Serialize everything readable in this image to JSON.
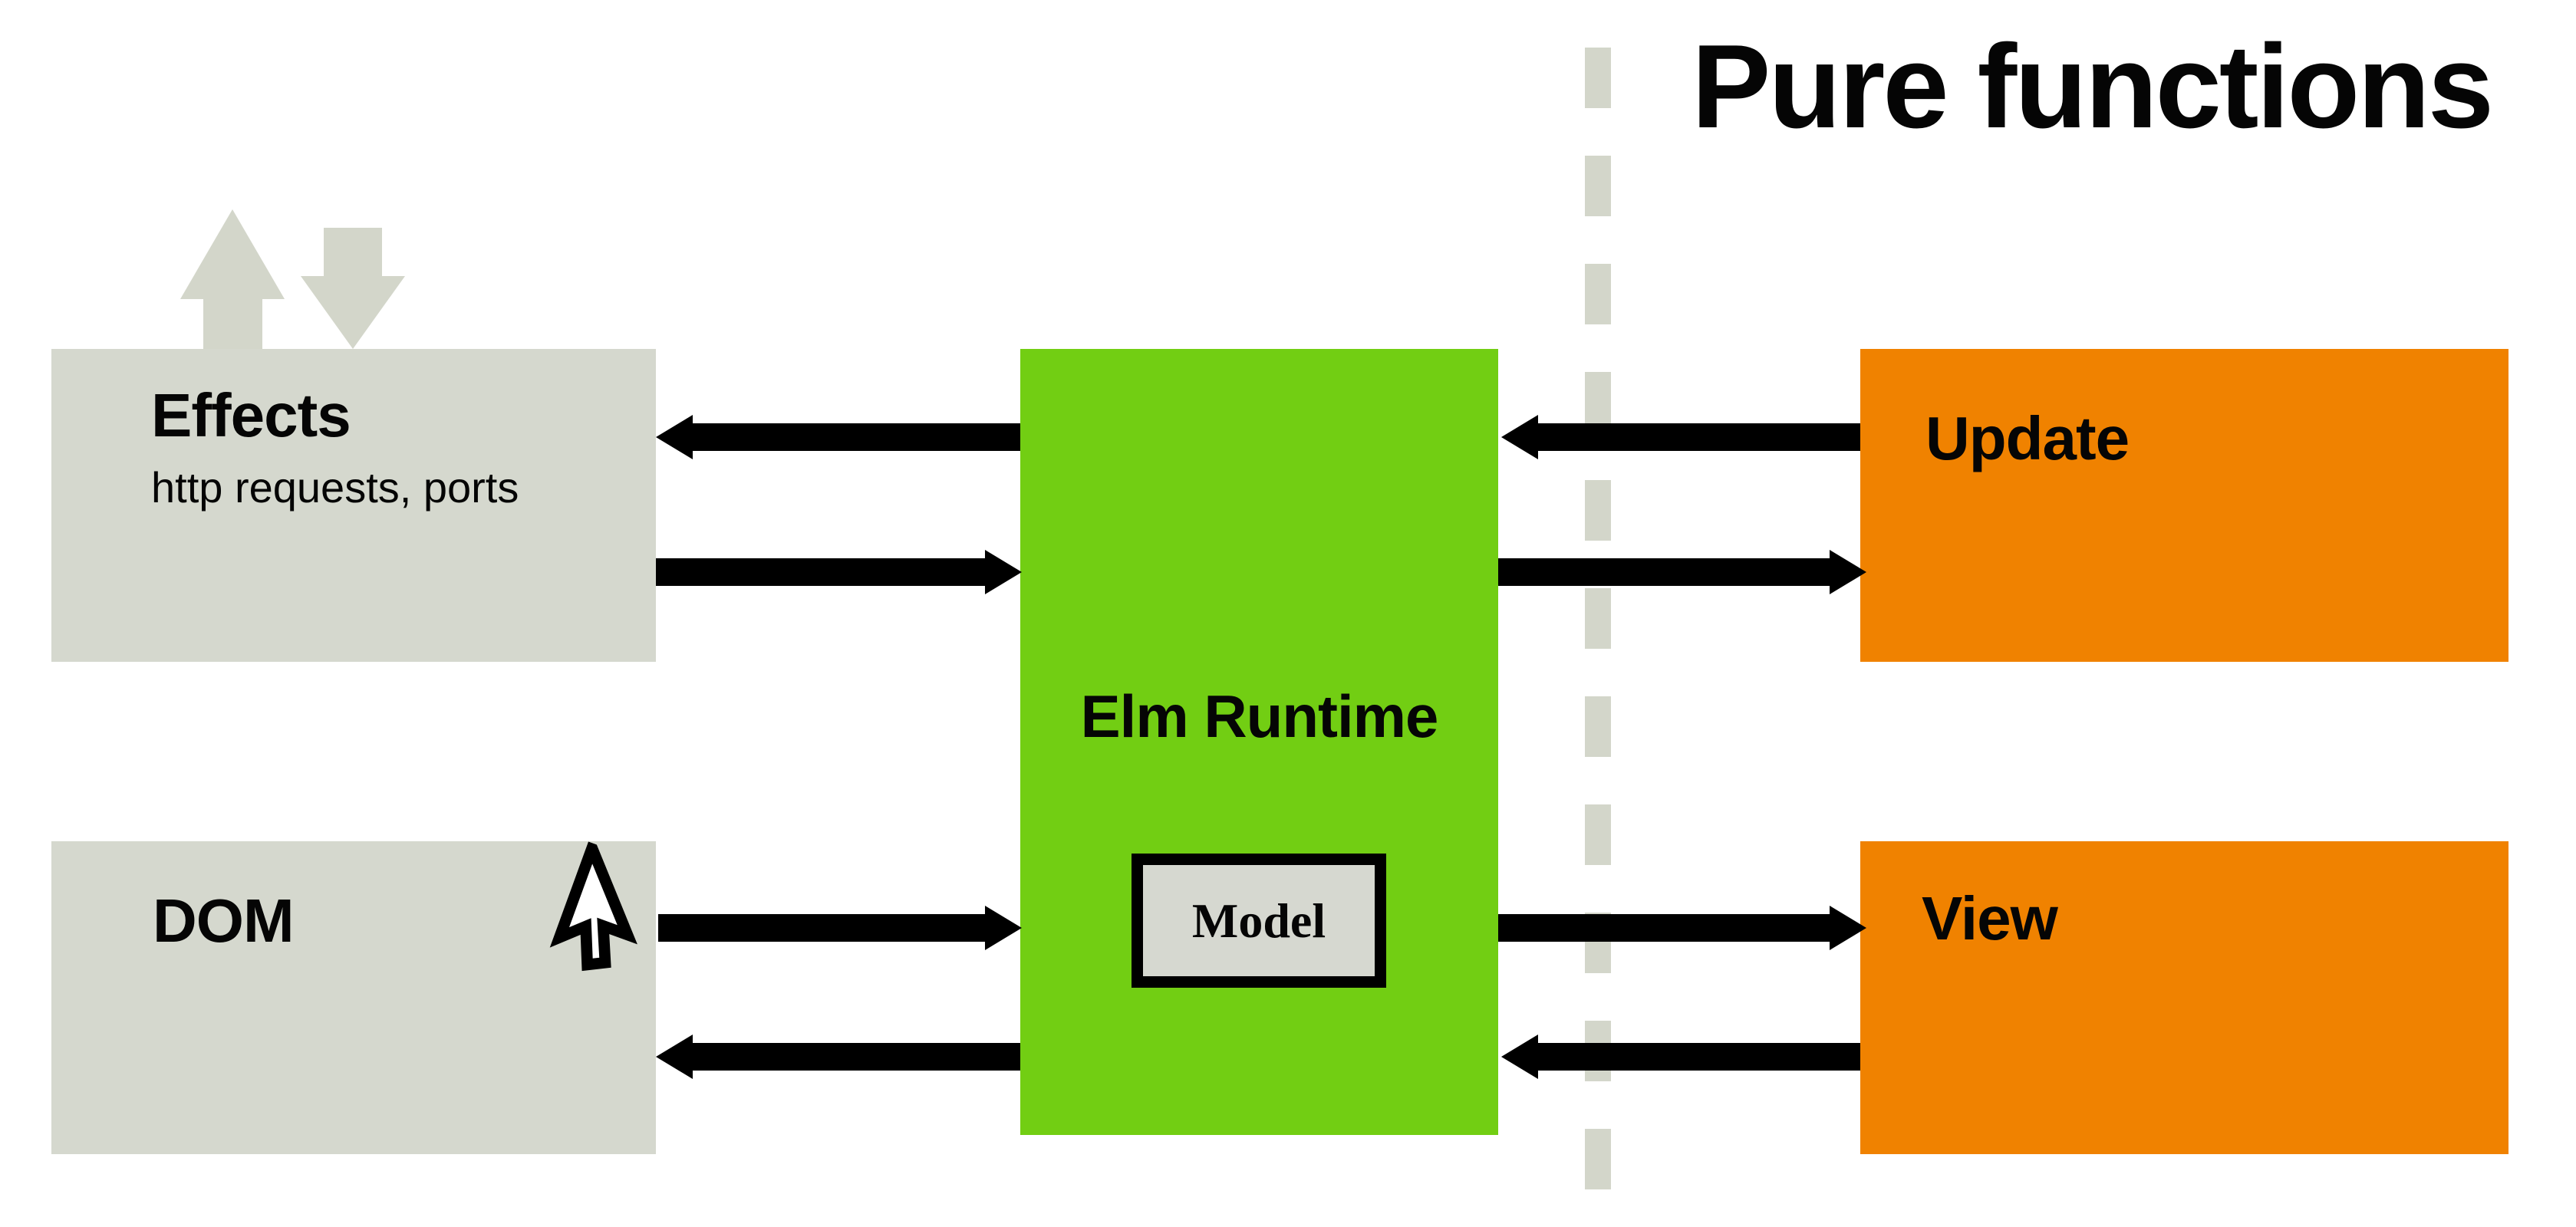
{
  "title": "Pure functions",
  "boxes": {
    "effects": {
      "label": "Effects",
      "sublabel": "http requests, ports"
    },
    "dom": {
      "label": "DOM"
    },
    "runtime": {
      "label": "Elm Runtime",
      "model_label": "Model"
    },
    "update": {
      "label": "Update"
    },
    "view": {
      "label": "View"
    }
  },
  "arrows": [
    {
      "name": "runtime-to-effects",
      "direction": "left"
    },
    {
      "name": "effects-to-runtime",
      "direction": "right"
    },
    {
      "name": "update-to-runtime",
      "direction": "left"
    },
    {
      "name": "runtime-to-update",
      "direction": "right"
    },
    {
      "name": "dom-to-runtime",
      "direction": "right"
    },
    {
      "name": "runtime-to-view",
      "direction": "right"
    },
    {
      "name": "runtime-to-dom",
      "direction": "left"
    },
    {
      "name": "view-to-runtime",
      "direction": "left"
    }
  ],
  "icons": {
    "up_block_arrow": "block-arrow-up",
    "down_block_arrow": "block-arrow-down",
    "cursor": "mouse-pointer"
  },
  "colors": {
    "box_gray": "#D5D8CE",
    "runtime_green": "#72CE13",
    "pure_orange": "#F08200",
    "arrow_black": "#000000",
    "dash_gray": "#D3D6CA",
    "model_fill": "#D6D8D0"
  }
}
